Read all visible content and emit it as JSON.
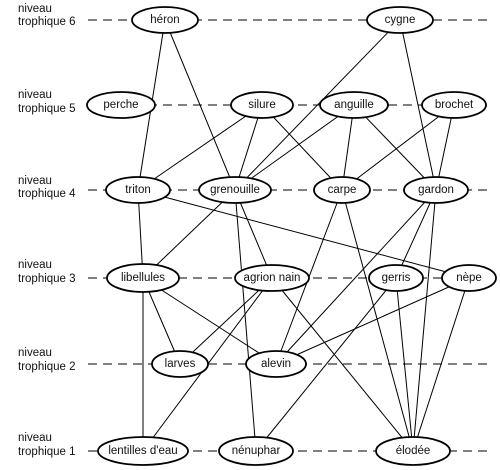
{
  "levels": [
    {
      "id": "l6",
      "line1": "niveau",
      "line2": "trophique 6"
    },
    {
      "id": "l5",
      "line1": "niveau",
      "line2": "trophique 5"
    },
    {
      "id": "l4",
      "line1": "niveau",
      "line2": "trophique 4"
    },
    {
      "id": "l3",
      "line1": "niveau",
      "line2": "trophique 3"
    },
    {
      "id": "l2",
      "line1": "niveau",
      "line2": "trophique 2"
    },
    {
      "id": "l1",
      "line1": "niveau",
      "line2": "trophique 1"
    }
  ],
  "nodes": {
    "heron": "héron",
    "cygne": "cygne",
    "perche": "perche",
    "silure": "silure",
    "anguille": "anguille",
    "brochet": "brochet",
    "triton": "triton",
    "grenouille": "grenouille",
    "carpe": "carpe",
    "gardon": "gardon",
    "libellules": "libellules",
    "agrion": "agrion nain",
    "gerris": "gerris",
    "nepe": "nèpe",
    "larves": "larves",
    "alevin": "alevin",
    "lentilles": "lentilles d'eau",
    "nenuphar": "nénuphar",
    "elodee": "élodée"
  },
  "edges": [
    [
      "heron",
      "triton"
    ],
    [
      "heron",
      "grenouille"
    ],
    [
      "cygne",
      "grenouille"
    ],
    [
      "cygne",
      "gardon"
    ],
    [
      "silure",
      "triton"
    ],
    [
      "silure",
      "grenouille"
    ],
    [
      "silure",
      "carpe"
    ],
    [
      "anguille",
      "grenouille"
    ],
    [
      "anguille",
      "carpe"
    ],
    [
      "anguille",
      "gardon"
    ],
    [
      "brochet",
      "carpe"
    ],
    [
      "brochet",
      "gardon"
    ],
    [
      "triton",
      "libellules"
    ],
    [
      "triton",
      "nepe"
    ],
    [
      "grenouille",
      "libellules"
    ],
    [
      "grenouille",
      "agrion"
    ],
    [
      "grenouille",
      "nenuphar"
    ],
    [
      "carpe",
      "alevin"
    ],
    [
      "carpe",
      "elodee"
    ],
    [
      "gardon",
      "alevin"
    ],
    [
      "gardon",
      "gerris"
    ],
    [
      "gardon",
      "elodee"
    ],
    [
      "libellules",
      "larves"
    ],
    [
      "libellules",
      "alevin"
    ],
    [
      "libellules",
      "lentilles"
    ],
    [
      "agrion",
      "larves"
    ],
    [
      "agrion",
      "elodee"
    ],
    [
      "gerris",
      "elodee"
    ],
    [
      "nepe",
      "alevin"
    ],
    [
      "nepe",
      "elodee"
    ],
    [
      "nenuphar",
      "gerris"
    ],
    [
      "lentilles",
      "agrion"
    ]
  ]
}
